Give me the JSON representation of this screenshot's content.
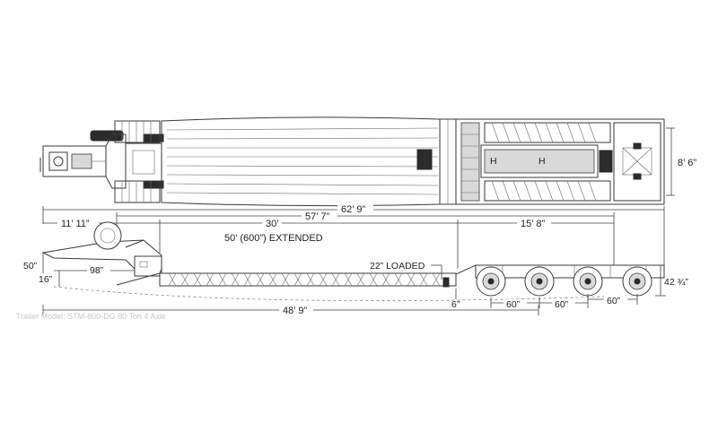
{
  "dimensions": {
    "overall_length": "62’ 9”",
    "deck_length": "57’ 7”",
    "neck_length": "11’ 11”",
    "well_length": "30’",
    "rear_deck_length": "15’ 8”",
    "extended_label": "50’ (600”) EXTENDED",
    "width": "8’ 6”",
    "fifth_wheel_height": "50”",
    "neck_drop": "16”",
    "kingpin_to_neck": "98”",
    "loaded_height_label": "22” LOADED",
    "rear_drop": "6”",
    "axle_spacing_1": "60”",
    "axle_spacing_2": "60”",
    "axle_spacing_3": "60”",
    "rear_deck_height": "42 ¾”",
    "swing_clearance": "48’ 9”"
  },
  "footer_text": "Trailer Model: STM-800-DG 80 Ton 4 Axle"
}
